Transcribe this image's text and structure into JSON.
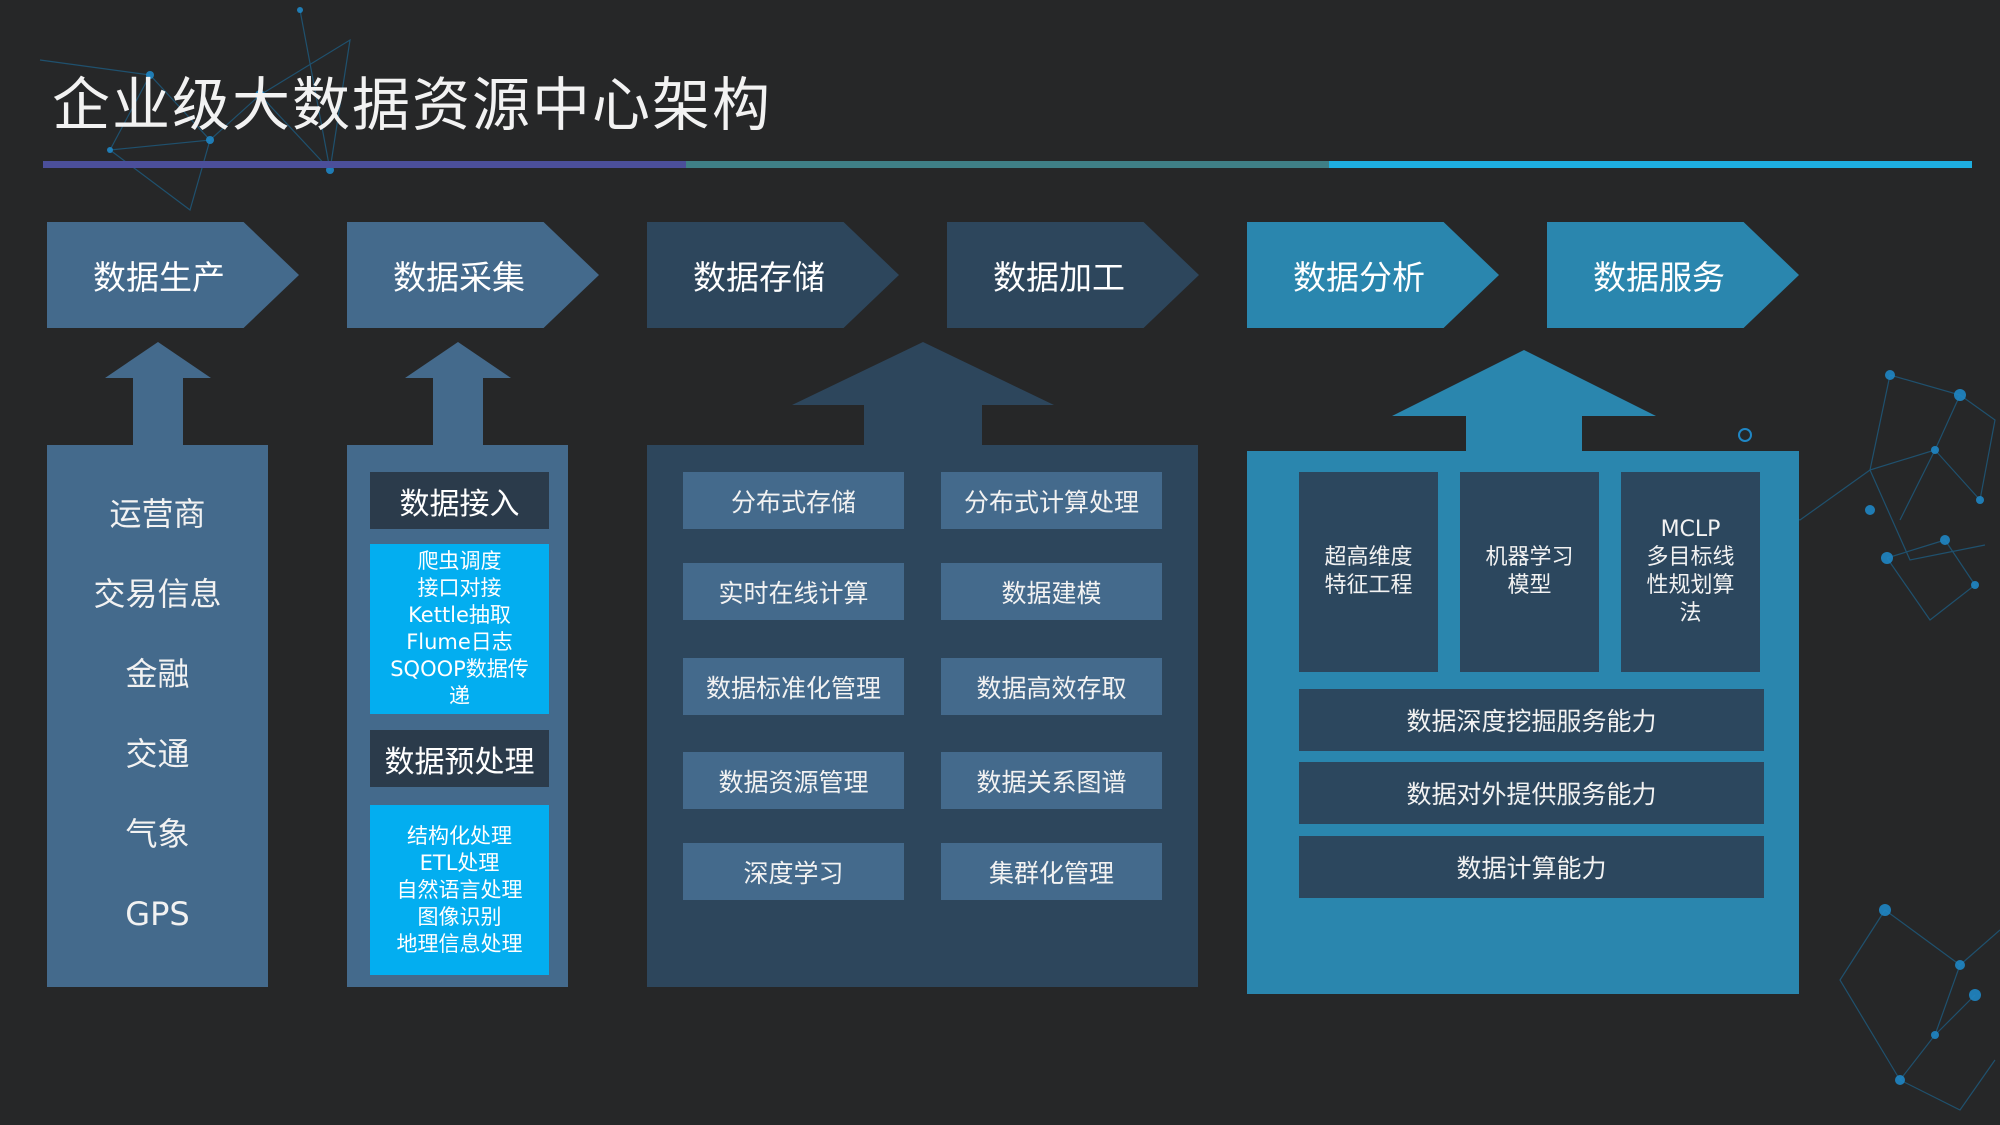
{
  "title": "企业级大数据资源中心架构",
  "stages": [
    "数据生产",
    "数据采集",
    "数据存储",
    "数据加工",
    "数据分析",
    "数据服务"
  ],
  "production_sources": [
    "运营商",
    "交易信息",
    "金融",
    "交通",
    "气象",
    "GPS"
  ],
  "collection": {
    "ingest_title": "数据接入",
    "ingest_items": [
      "爬虫调度",
      "接口对接",
      "Kettle抽取",
      "Flume日志",
      "SQOOP数据传",
      "递"
    ],
    "preprocess_title": "数据预处理",
    "preprocess_items": [
      "结构化处理",
      "ETL处理",
      "自然语言处理",
      "图像识别",
      "地理信息处理"
    ]
  },
  "storage_processing": [
    [
      "分布式存储",
      "分布式计算处理"
    ],
    [
      "实时在线计算",
      "数据建模"
    ],
    [
      "数据标准化管理",
      "数据高效存取"
    ],
    [
      "数据资源管理",
      "数据关系图谱"
    ],
    [
      "深度学习",
      "集群化管理"
    ]
  ],
  "analysis": {
    "top": [
      [
        "超高维度",
        "特征工程"
      ],
      [
        "机器学习",
        "模型"
      ],
      [
        "MCLP",
        "多目标线",
        "性规划算",
        "法"
      ]
    ],
    "capabilities": [
      "数据深度挖掘服务能力",
      "数据对外提供服务能力",
      "数据计算能力"
    ]
  },
  "colors": {
    "background": "#262728",
    "stage_light": "#446a8c",
    "stage_dark": "#2d465c",
    "stage_blue": "#2a86ae",
    "highlight_cyan": "#03aef0",
    "title_bar": [
      "#4b4f9a",
      "#3f7f86",
      "#1eaee0"
    ]
  }
}
